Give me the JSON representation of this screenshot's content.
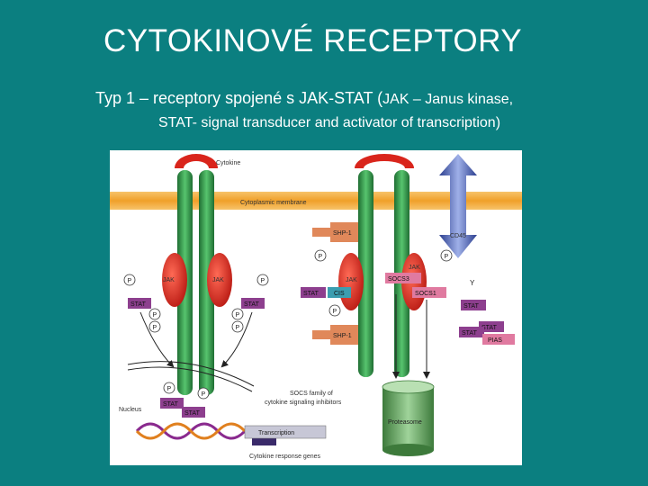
{
  "slide": {
    "title": "CYTOKINOVÉ RECEPTORY",
    "line1_main": "Typ 1 – receptory spojené s JAK-STAT (",
    "line1_small": "JAK – Janus kinase,",
    "line2": "STAT- signal transducer and activator of transcription)"
  },
  "diagram": {
    "cytokine": "Cytokine",
    "membrane": "Cytoplasmic membrane",
    "shp1": "SHP-1",
    "cd45": "CD45",
    "jak": "JAK",
    "stat": "STAT",
    "p": "P",
    "cis": "CIS",
    "socs3": "SOCS3",
    "socs1": "SOCS1",
    "pias": "PIAS",
    "y": "Y",
    "nucleus": "Nucleus",
    "socs_family_1": "SOCS family of",
    "socs_family_2": "cytokine signaling inhibitors",
    "proteasome": "Proteasome",
    "transcription": "Transcription",
    "response_genes": "Cytokine response genes"
  },
  "colors": {
    "background": "#0b7f80",
    "receptor": "#2f9a4a",
    "jak": "#d9221a",
    "stat": "#8d3f8e",
    "membrane": "#f2a531",
    "shp": "#e08a5a",
    "proteasome": "#4d8f4a"
  }
}
